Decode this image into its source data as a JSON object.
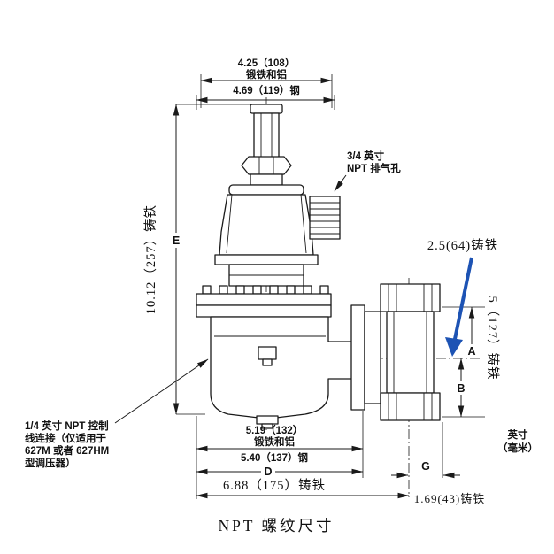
{
  "title": "NPT 螺纹尺寸",
  "units": {
    "line1": "英寸",
    "line2": "（毫米）"
  },
  "dims": {
    "top_width_iron_aluminum": "4.25（108）",
    "top_width_iron_aluminum_material": "锻铁和铝",
    "top_width_steel": "4.69（119）钢",
    "overall_height_cast_iron": "10.12（257）铸铁",
    "letter_e": "E",
    "right_height_cast_iron": "5（127）铸铁",
    "letter_a": "A",
    "letter_b": "B",
    "offset_cast_iron": "2.5(64)铸铁",
    "bottom_width_iron_aluminum": "5.19（132）",
    "bottom_width_iron_aluminum_material": "锻铁和铝",
    "bottom_width_steel": "5.40（137）钢",
    "letter_d": "D",
    "bottom_width_cast_iron": "6.88（175）铸铁",
    "letter_g": "G",
    "g_value_cast_iron": "1.69(43)铸铁"
  },
  "notes": {
    "vent_line1": "3/4 英寸",
    "vent_line2": "NPT 排气孔",
    "control_line1": "1/4 英寸 NPT 控制",
    "control_line2": "线连接（仅适用于",
    "control_line3": "627M 或者 627HM",
    "control_line4": "型调压器）"
  },
  "colors": {
    "accent_arrow": "#1d53b4",
    "line": "#1a1a1a"
  }
}
